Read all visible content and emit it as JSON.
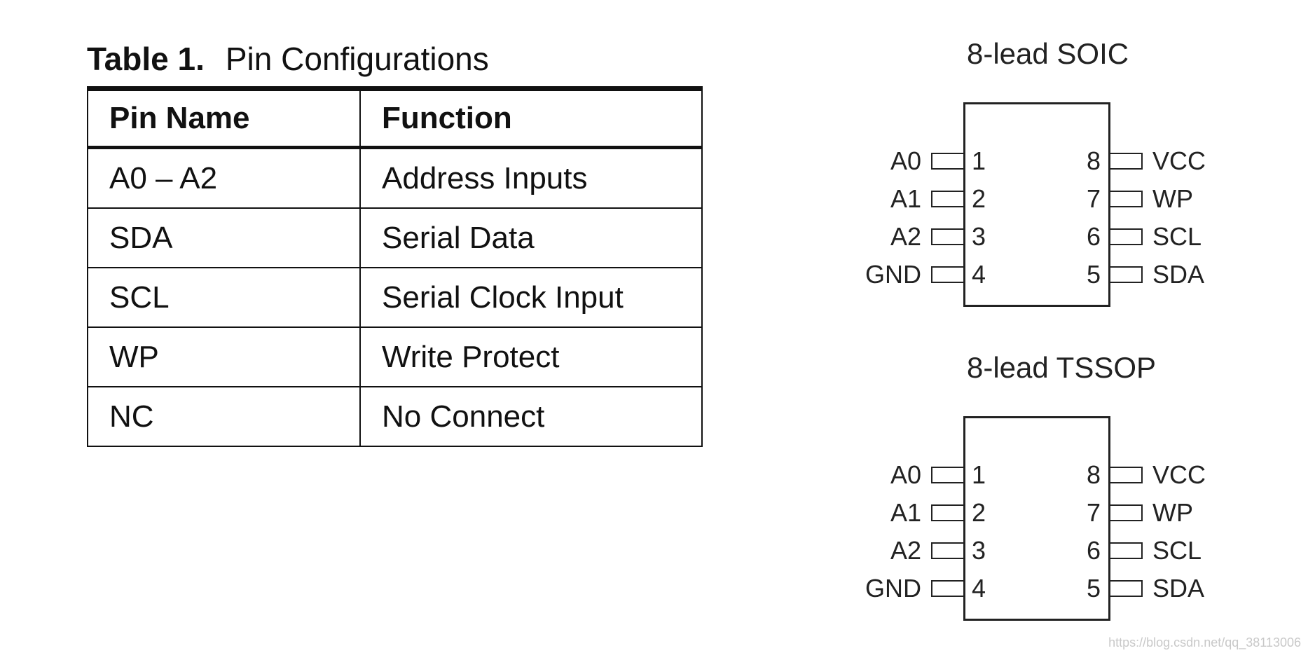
{
  "table": {
    "title_label": "Table 1.",
    "title_text": "Pin Configurations",
    "headers": [
      "Pin Name",
      "Function"
    ],
    "rows": [
      {
        "name": "A0 – A2",
        "function": "Address Inputs"
      },
      {
        "name": "SDA",
        "function": "Serial Data"
      },
      {
        "name": "SCL",
        "function": "Serial Clock Input"
      },
      {
        "name": "WP",
        "function": "Write Protect"
      },
      {
        "name": "NC",
        "function": "No Connect"
      }
    ]
  },
  "packages": [
    {
      "title": "8-lead SOIC",
      "left_pins": [
        {
          "label": "A0",
          "num": "1"
        },
        {
          "label": "A1",
          "num": "2"
        },
        {
          "label": "A2",
          "num": "3"
        },
        {
          "label": "GND",
          "num": "4"
        }
      ],
      "right_pins": [
        {
          "label": "VCC",
          "num": "8"
        },
        {
          "label": "WP",
          "num": "7"
        },
        {
          "label": "SCL",
          "num": "6"
        },
        {
          "label": "SDA",
          "num": "5"
        }
      ]
    },
    {
      "title": "8-lead TSSOP",
      "left_pins": [
        {
          "label": "A0",
          "num": "1"
        },
        {
          "label": "A1",
          "num": "2"
        },
        {
          "label": "A2",
          "num": "3"
        },
        {
          "label": "GND",
          "num": "4"
        }
      ],
      "right_pins": [
        {
          "label": "VCC",
          "num": "8"
        },
        {
          "label": "WP",
          "num": "7"
        },
        {
          "label": "SCL",
          "num": "6"
        },
        {
          "label": "SDA",
          "num": "5"
        }
      ]
    }
  ],
  "watermark": "https://blog.csdn.net/qq_38113006"
}
